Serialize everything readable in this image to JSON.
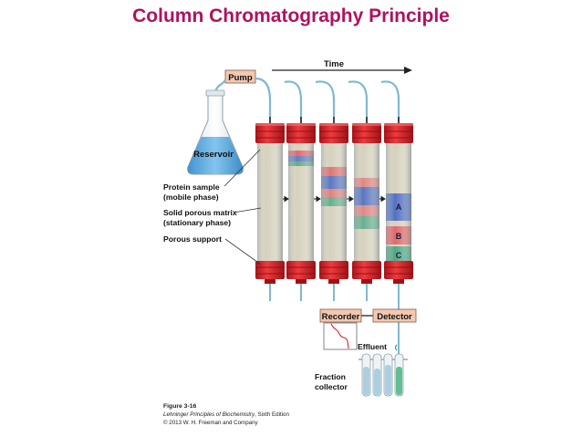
{
  "title": "Column Chromatography Principle",
  "labels": {
    "pump": "Pump",
    "time": "Time",
    "reservoir": "Reservoir",
    "protein_sample": "Protein sample",
    "mobile_phase": "(mobile phase)",
    "solid_matrix": "Solid porous matrix",
    "stationary_phase": "(stationary phase)",
    "porous_support": "Porous support",
    "recorder": "Recorder",
    "detector": "Detector",
    "effluent": "Effluent",
    "fraction": "Fraction",
    "collector": "collector",
    "band_a": "A",
    "band_b": "B",
    "band_c": "C"
  },
  "caption": {
    "figure": "Figure 3-16",
    "book": "Lehninger Principles of Biochemistry",
    "edition": ", Sixth Edition",
    "copyright": "© 2013 W. H. Freeman and Company"
  },
  "colors": {
    "title": "#b0125f",
    "cap_red": "#d9262b",
    "matrix": "#d6d1bd",
    "band_red": "#e14f55",
    "band_blue": "#3d5fc0",
    "band_green": "#2f9b76",
    "label_box": "#f3c7b0",
    "liquid": "#5aa8dc"
  }
}
